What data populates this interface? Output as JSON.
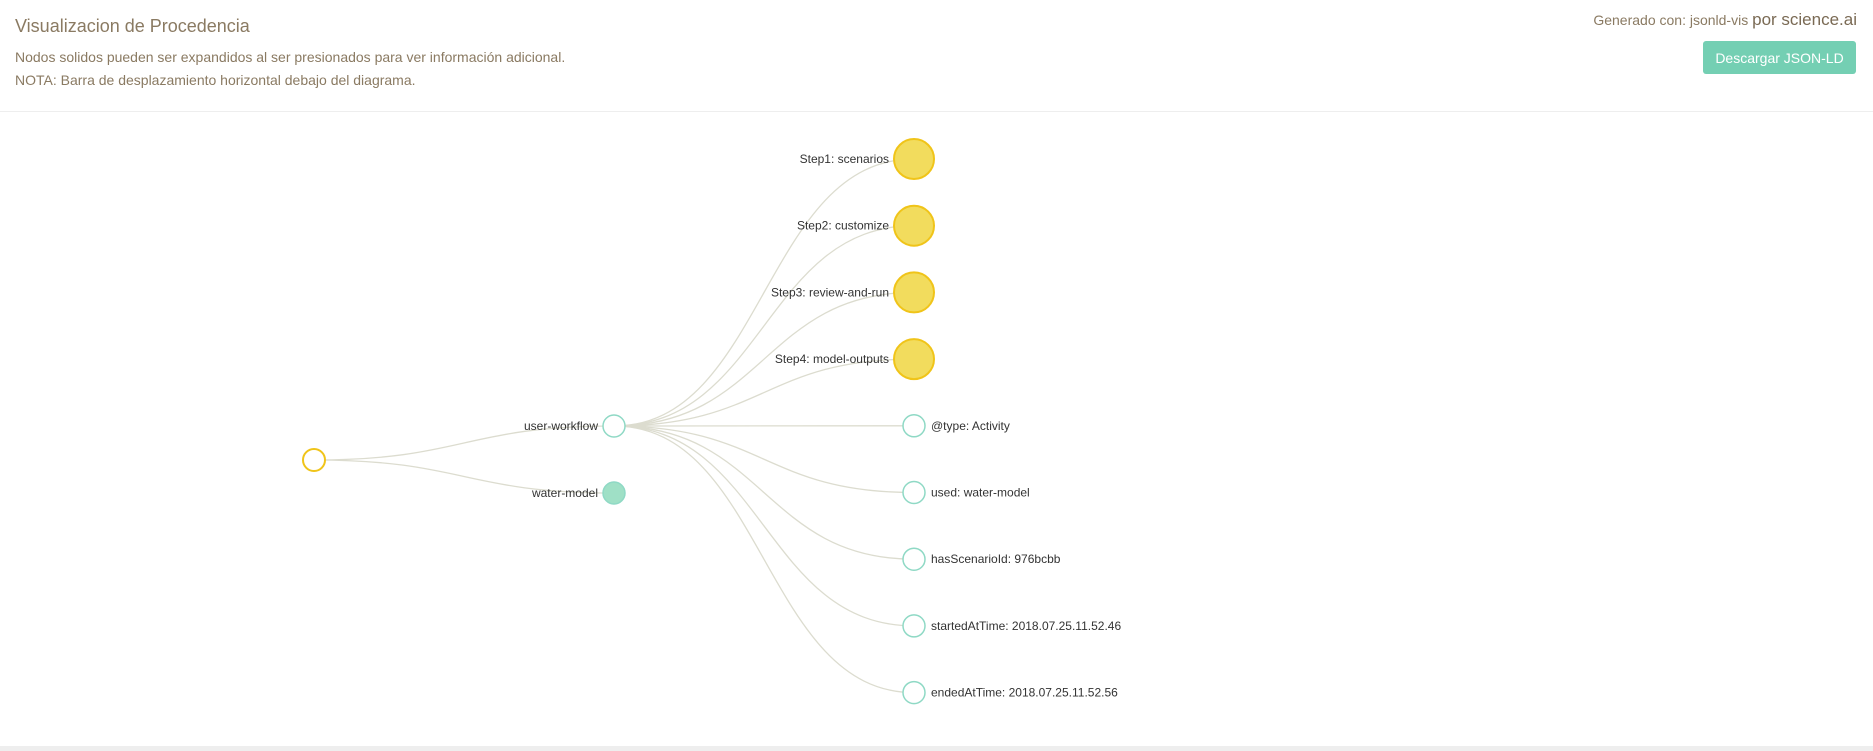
{
  "header": {
    "title": "Visualizacion de Procedencia",
    "description_line1": "Nodos solidos pueden ser expandidos al ser presionados para ver información adicional.",
    "description_line2": "NOTA: Barra de desplazamiento horizontal debajo del diagrama.",
    "generated_prefix": "Generado con: jsonld-vis",
    "generated_brand": "por science.ai",
    "download_label": "Descargar JSON-LD"
  },
  "colors": {
    "root_stroke": "#f0c419",
    "expandable_fill": "#f2dc5d",
    "expandable_stroke": "#f0c419",
    "leaf_stroke": "#8fd9c5",
    "collapsed_fill": "#9fe0c6",
    "link": "#dcdccf",
    "button": "#74cfb3",
    "text_muted": "#8a7a62"
  },
  "tree": {
    "root": {
      "label": ""
    },
    "level1": [
      {
        "label": "user-workflow",
        "kind": "expanded"
      },
      {
        "label": "water-model",
        "kind": "collapsed"
      }
    ],
    "level2": [
      {
        "label": "Step1: scenarios",
        "kind": "expandable"
      },
      {
        "label": "Step2: customize",
        "kind": "expandable"
      },
      {
        "label": "Step3: review-and-run",
        "kind": "expandable"
      },
      {
        "label": "Step4: model-outputs",
        "kind": "expandable"
      },
      {
        "label": "@type: Activity",
        "kind": "leaf"
      },
      {
        "label": "used: water-model",
        "kind": "leaf"
      },
      {
        "label": "hasScenarioId: 976bcbb",
        "kind": "leaf"
      },
      {
        "label": "startedAtTime: 2018.07.25.11.52.46",
        "kind": "leaf"
      },
      {
        "label": "endedAtTime: 2018.07.25.11.52.56",
        "kind": "leaf"
      }
    ]
  }
}
